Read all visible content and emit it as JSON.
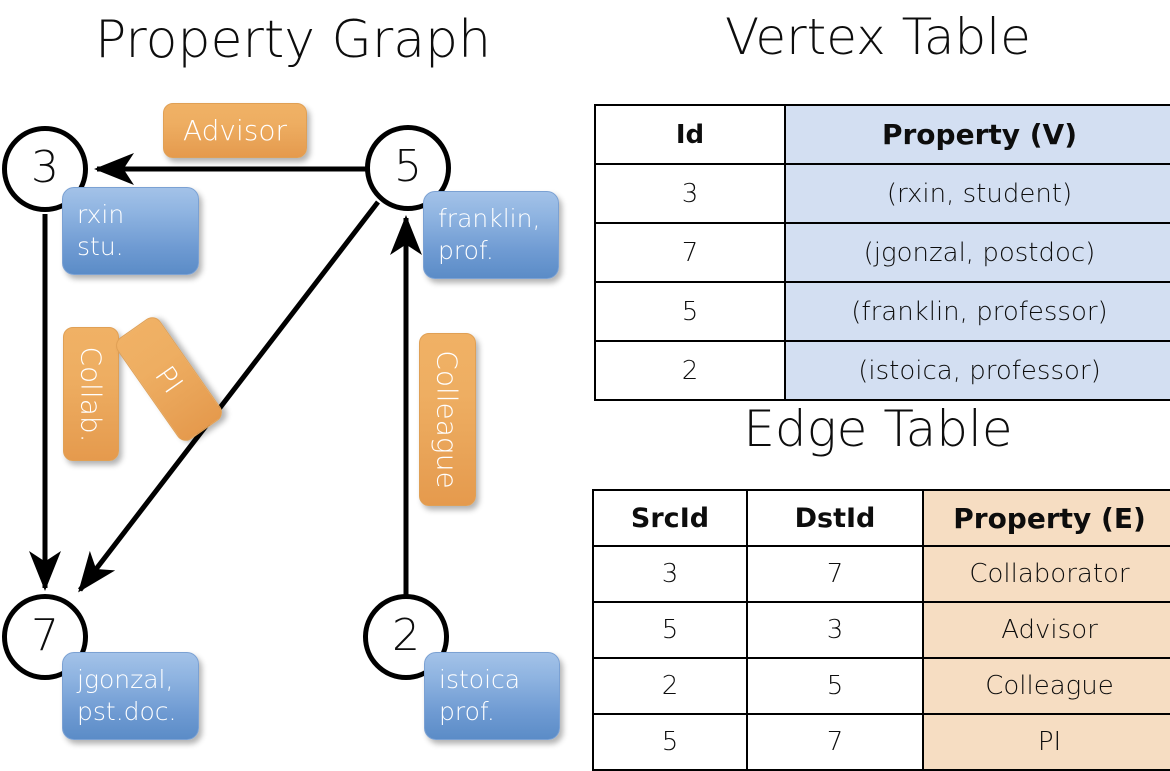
{
  "titles": {
    "property_graph": "Property Graph",
    "vertex_table": "Vertex Table",
    "edge_table": "Edge Table"
  },
  "colors": {
    "vertex_property_fill": "#d3dff2",
    "edge_property_fill": "#f6ddc2",
    "node_box_blue": "#6e9ad2",
    "edge_label_orange": "#eeae62",
    "stroke": "#000000"
  },
  "graph": {
    "nodes": [
      {
        "id": "3",
        "property": "rxin\nstu.",
        "prop_line1": "rxin",
        "prop_line2": "stu."
      },
      {
        "id": "5",
        "property": "franklin,\nprof.",
        "prop_line1": "franklin,",
        "prop_line2": "prof."
      },
      {
        "id": "7",
        "property": "jgonzal,\npst.doc.",
        "prop_line1": "jgonzal,",
        "prop_line2": "pst.doc."
      },
      {
        "id": "2",
        "property": "istoica\nprof.",
        "prop_line1": "istoica",
        "prop_line2": "prof."
      }
    ],
    "edge_labels": [
      {
        "name": "advisor",
        "label": "Advisor",
        "orientation": "horizontal"
      },
      {
        "name": "collab",
        "label": "Collab.",
        "orientation": "vertical"
      },
      {
        "name": "pi",
        "label": "PI",
        "orientation": "diagonal"
      },
      {
        "name": "colleague",
        "label": "Colleague",
        "orientation": "vertical"
      }
    ],
    "edges": [
      {
        "from": "5",
        "to": "3",
        "label": "Advisor"
      },
      {
        "from": "3",
        "to": "7",
        "label": "Collab."
      },
      {
        "from": "5",
        "to": "7",
        "label": "PI"
      },
      {
        "from": "2",
        "to": "5",
        "label": "Colleague"
      }
    ]
  },
  "vertex_table": {
    "headers": [
      "Id",
      "Property (V)"
    ],
    "rows": [
      {
        "id": "3",
        "property": "(rxin, student)"
      },
      {
        "id": "7",
        "property": "(jgonzal, postdoc)"
      },
      {
        "id": "5",
        "property": "(franklin, professor)"
      },
      {
        "id": "2",
        "property": "(istoica, professor)"
      }
    ]
  },
  "edge_table": {
    "headers": [
      "SrcId",
      "DstId",
      "Property (E)"
    ],
    "rows": [
      {
        "src": "3",
        "dst": "7",
        "property": "Collaborator"
      },
      {
        "src": "5",
        "dst": "3",
        "property": "Advisor"
      },
      {
        "src": "2",
        "dst": "5",
        "property": "Colleague"
      },
      {
        "src": "5",
        "dst": "7",
        "property": "PI"
      }
    ]
  }
}
